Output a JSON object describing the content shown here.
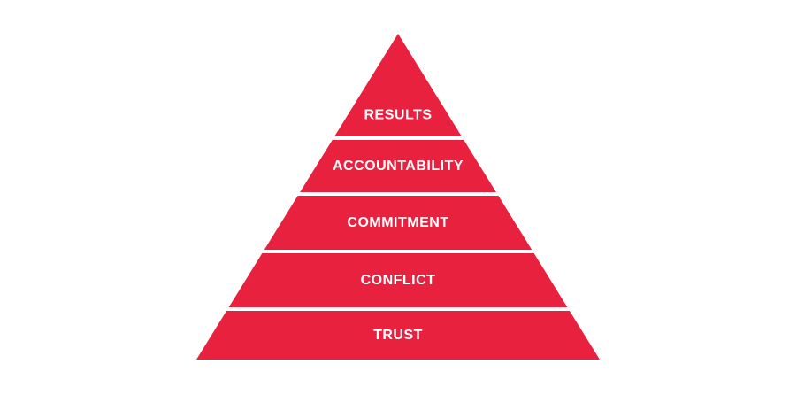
{
  "diagram": {
    "type": "pyramid",
    "colors": {
      "tier_fill": "#E8213F",
      "label_text": "#FFFFFF",
      "background": "#FFFFFF"
    },
    "tiers": [
      {
        "label": "RESULTS"
      },
      {
        "label": "ACCOUNTABILITY"
      },
      {
        "label": "COMMITMENT"
      },
      {
        "label": "CONFLICT"
      },
      {
        "label": "TRUST"
      }
    ]
  }
}
